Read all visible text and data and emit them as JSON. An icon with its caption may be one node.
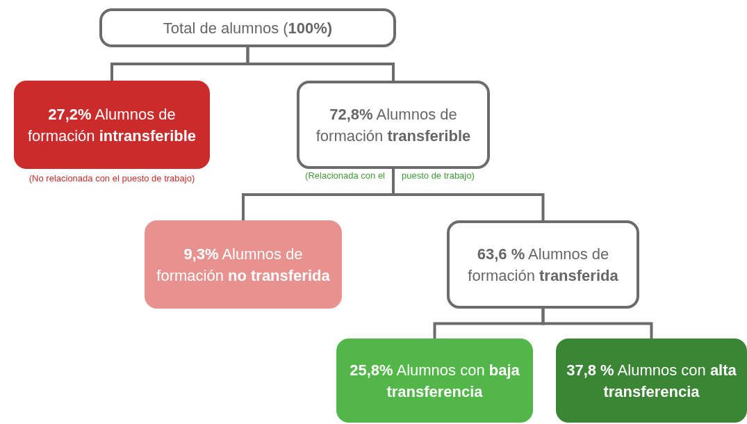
{
  "diagram": {
    "nodes": [
      {
        "text": [
          "Total de alumnos (**100%)**"
        ]
      },
      {
        "text": [
          "**27,2%** Alumnos de formación **intransferible**"
        ],
        "beside": [
          "(No relacionada con el puesto de trabajo)"
        ]
      },
      {
        "text": [
          "**72,8%** Alumnos de formación **transferible**"
        ],
        "beside": [
          "(Relacionada con el puesto de trabajo)"
        ]
      },
      {
        "text": [
          "**9,3%** Alumnos de formación **no transferida**"
        ]
      },
      {
        "text": [
          "**63,6 %** Alumnos de formación **transferida**"
        ]
      },
      {
        "text": [
          "**25,8%** Alumnos con **baja transferencia**"
        ]
      },
      {
        "text": [
          "**37,8 %** Alumnos con **alta transferencia**"
        ]
      }
    ],
    "edges": [
      {
        "from": 0,
        "to": 1,
        "arrow": "none"
      },
      {
        "from": 0,
        "to": 2,
        "arrow": "none"
      },
      {
        "from": 2,
        "to": 3,
        "arrow": "none"
      },
      {
        "from": 2,
        "to": 4,
        "arrow": "none"
      },
      {
        "from": 4,
        "to": 5,
        "arrow": "none"
      },
      {
        "from": 4,
        "to": 6,
        "arrow": "none"
      }
    ]
  }
}
